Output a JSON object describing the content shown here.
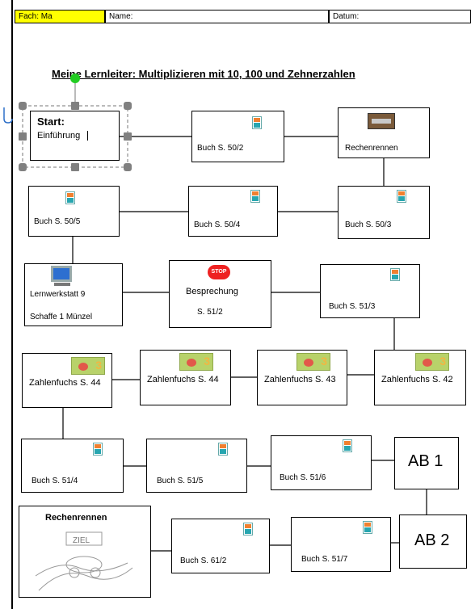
{
  "header": {
    "fach": "Fach: Ma",
    "name": "Name:",
    "datum": "Datum:"
  },
  "title": "Meine Lernleiter: Multiplizieren mit 10, 100 und Zehnerzahlen",
  "boxes": {
    "start": {
      "label": "Start:",
      "sub": "Einführung"
    },
    "b50_2": "Buch S. 50/2",
    "rechenrennen1": "Rechenrennen",
    "b50_5": "Buch S. 50/5",
    "b50_4": "Buch S. 50/4",
    "b50_3": "Buch S. 50/3",
    "lernwerkstatt": {
      "l1": "Lernwerkstatt 9",
      "l2": "Schaffe 1 Münzel"
    },
    "besprechung": {
      "l1": "Besprechung",
      "l2": "S. 51/2",
      "stop": "STOP"
    },
    "b51_3": "Buch S. 51/3",
    "zf44a": "Zahlenfuchs S. 44",
    "zf44b": "Zahlenfuchs S. 44",
    "zf43": "Zahlenfuchs S. 43",
    "zf42": "Zahlenfuchs S. 42",
    "b51_4": "Buch S. 51/4",
    "b51_5": "Buch S. 51/5",
    "b51_6": "Buch S. 51/6",
    "ab1": "AB 1",
    "rechenrennen2": {
      "title": "Rechenrennen",
      "sign": "ZIEL"
    },
    "b61_2": "Buch S. 61/2",
    "b51_7": "Buch S. 51/7",
    "ab2": "AB 2"
  },
  "colors": {
    "fach_bg": "#ffff00",
    "handle": "#808080",
    "rotate_handle": "#22cc22"
  }
}
